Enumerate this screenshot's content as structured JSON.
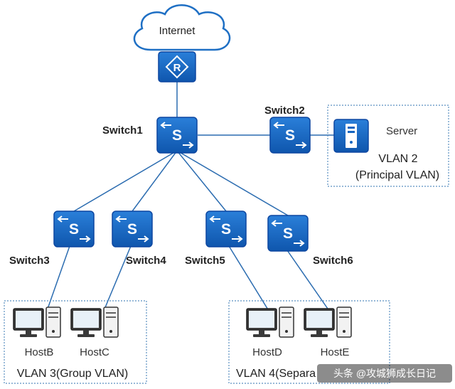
{
  "colors": {
    "device": "#1565c0",
    "device_edge": "#0d47a1",
    "link": "#2b6cb0",
    "group_border": "#5a8fc0",
    "cloud_stroke": "#1e6fc4"
  },
  "cloud": {
    "label": "Internet",
    "icon": "cloud-icon"
  },
  "router": {
    "letter": "R",
    "icon": "router-icon"
  },
  "switches": {
    "switch1": {
      "label": "Switch1",
      "letter": "S"
    },
    "switch2": {
      "label": "Switch2",
      "letter": "S"
    },
    "switch3": {
      "label": "Switch3",
      "letter": "S"
    },
    "switch4": {
      "label": "Switch4",
      "letter": "S"
    },
    "switch5": {
      "label": "Switch5",
      "letter": "S"
    },
    "switch6": {
      "label": "Switch6",
      "letter": "S"
    }
  },
  "server": {
    "label": "Server",
    "icon": "server-icon"
  },
  "hosts": {
    "hostb": {
      "label": "HostB"
    },
    "hostc": {
      "label": "HostC"
    },
    "hostd": {
      "label": "HostD"
    },
    "hoste": {
      "label": "HostE"
    }
  },
  "vlans": {
    "principal": {
      "line1": "VLAN 2",
      "line2": "(Principal VLAN)"
    },
    "group": {
      "label": "VLAN 3(Group VLAN)"
    },
    "separate": {
      "label": "VLAN 4(Separa"
    }
  },
  "watermark": {
    "text": "头条 @攻城狮成长日记"
  }
}
